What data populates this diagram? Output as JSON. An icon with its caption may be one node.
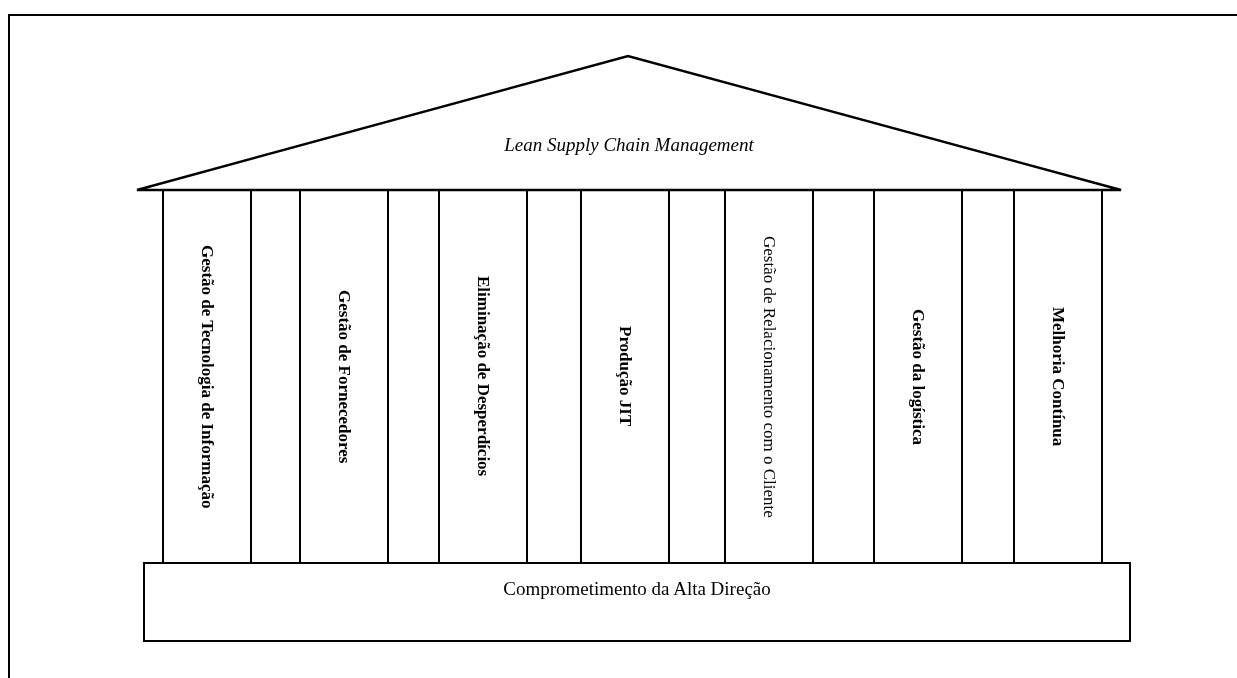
{
  "diagram": {
    "nodes": [
      {
        "text": [
          "Lean Supply Chain Management"
        ]
      },
      {
        "text": [
          "Gestão de Tecnologia de Informação"
        ]
      },
      {
        "text": [
          "Gestão de Fornecedores"
        ]
      },
      {
        "text": [
          "Eliminação de Desperdícios"
        ]
      },
      {
        "text": [
          "Produção JIT"
        ]
      },
      {
        "text": [
          "Gestão de Relacionamento com o Cliente"
        ]
      },
      {
        "text": [
          "Gestão da logística"
        ]
      },
      {
        "text": [
          "Melhoria Contínua"
        ]
      },
      {
        "text": [
          "Comprometimento da Alta Direção"
        ]
      }
    ]
  }
}
